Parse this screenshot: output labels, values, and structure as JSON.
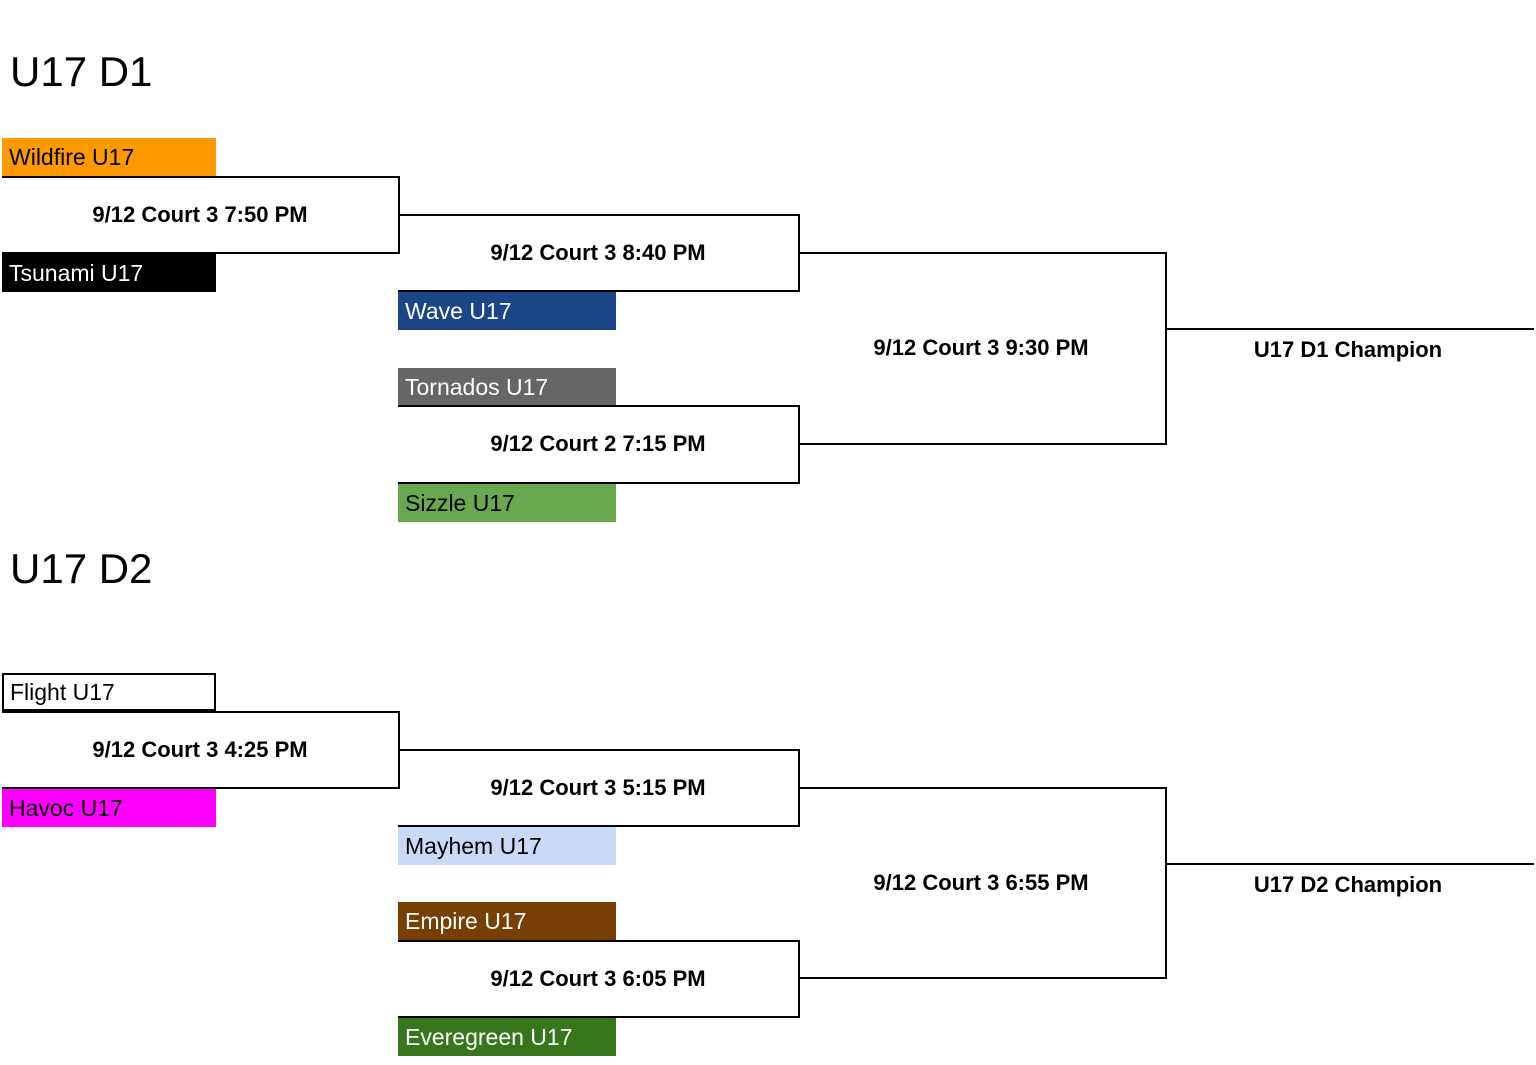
{
  "divisions": [
    {
      "title": "U17 D1",
      "teams": [
        {
          "name": "Wildfire U17",
          "bg": "#ff9900",
          "fg": "#000000"
        },
        {
          "name": "Tsunami U17",
          "bg": "#000000",
          "fg": "#ffffff"
        },
        {
          "name": "Wave U17",
          "bg": "#1c4587",
          "fg": "#ffffff"
        },
        {
          "name": "Tornados U17",
          "bg": "#666666",
          "fg": "#ffffff"
        },
        {
          "name": "Sizzle U17",
          "bg": "#6aa84f",
          "fg": "#000000"
        }
      ],
      "games": {
        "g1": "9/12 Court 3 7:50 PM",
        "g2": "9/12 Court 3 8:40 PM",
        "g3": "9/12 Court 2 7:15 PM",
        "final": "9/12 Court 3 9:30 PM"
      },
      "champion": "U17 D1 Champion"
    },
    {
      "title": "U17 D2",
      "teams": [
        {
          "name": "Flight U17",
          "bg": "#ffffff",
          "fg": "#000000"
        },
        {
          "name": "Havoc U17",
          "bg": "#ff00ff",
          "fg": "#000000"
        },
        {
          "name": "Mayhem U17",
          "bg": "#c9daf8",
          "fg": "#000000"
        },
        {
          "name": "Empire U17",
          "bg": "#783f04",
          "fg": "#ffffff"
        },
        {
          "name": "Everegreen U17",
          "bg": "#38761d",
          "fg": "#ffffff"
        }
      ],
      "games": {
        "g1": "9/12 Court 3 4:25 PM",
        "g2": "9/12 Court 3 5:15 PM",
        "g3": "9/12 Court 3 6:05 PM",
        "final": "9/12 Court 3 6:55 PM"
      },
      "champion": "U17 D2 Champion"
    }
  ]
}
